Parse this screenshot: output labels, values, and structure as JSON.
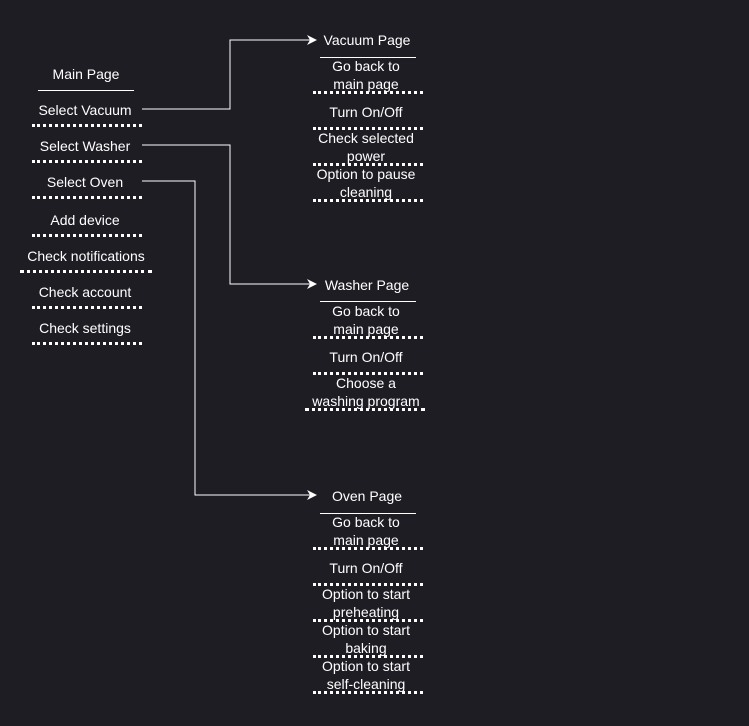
{
  "colors": {
    "background": "#1e1d24",
    "foreground": "#ffffff"
  },
  "main": {
    "title": "Main Page",
    "items": [
      "Select Vacuum",
      "Select Washer",
      "Select Oven",
      "Add device",
      "Check notifications",
      "Check account",
      "Check settings"
    ]
  },
  "vacuum": {
    "title": "Vacuum Page",
    "items": [
      [
        "Go back to",
        "main page"
      ],
      [
        "Turn On/Off"
      ],
      [
        "Check selected",
        "power"
      ],
      [
        "Option to pause",
        "cleaning"
      ]
    ]
  },
  "washer": {
    "title": "Washer Page",
    "items": [
      [
        "Go back to",
        "main page"
      ],
      [
        "Turn On/Off"
      ],
      [
        "Choose a",
        "washing program"
      ]
    ]
  },
  "oven": {
    "title": "Oven Page",
    "items": [
      [
        "Go back to",
        "main page"
      ],
      [
        "Turn On/Off"
      ],
      [
        "Option to start",
        "preheating"
      ],
      [
        "Option to start",
        "baking"
      ],
      [
        "Option to start",
        "self-cleaning"
      ]
    ]
  }
}
